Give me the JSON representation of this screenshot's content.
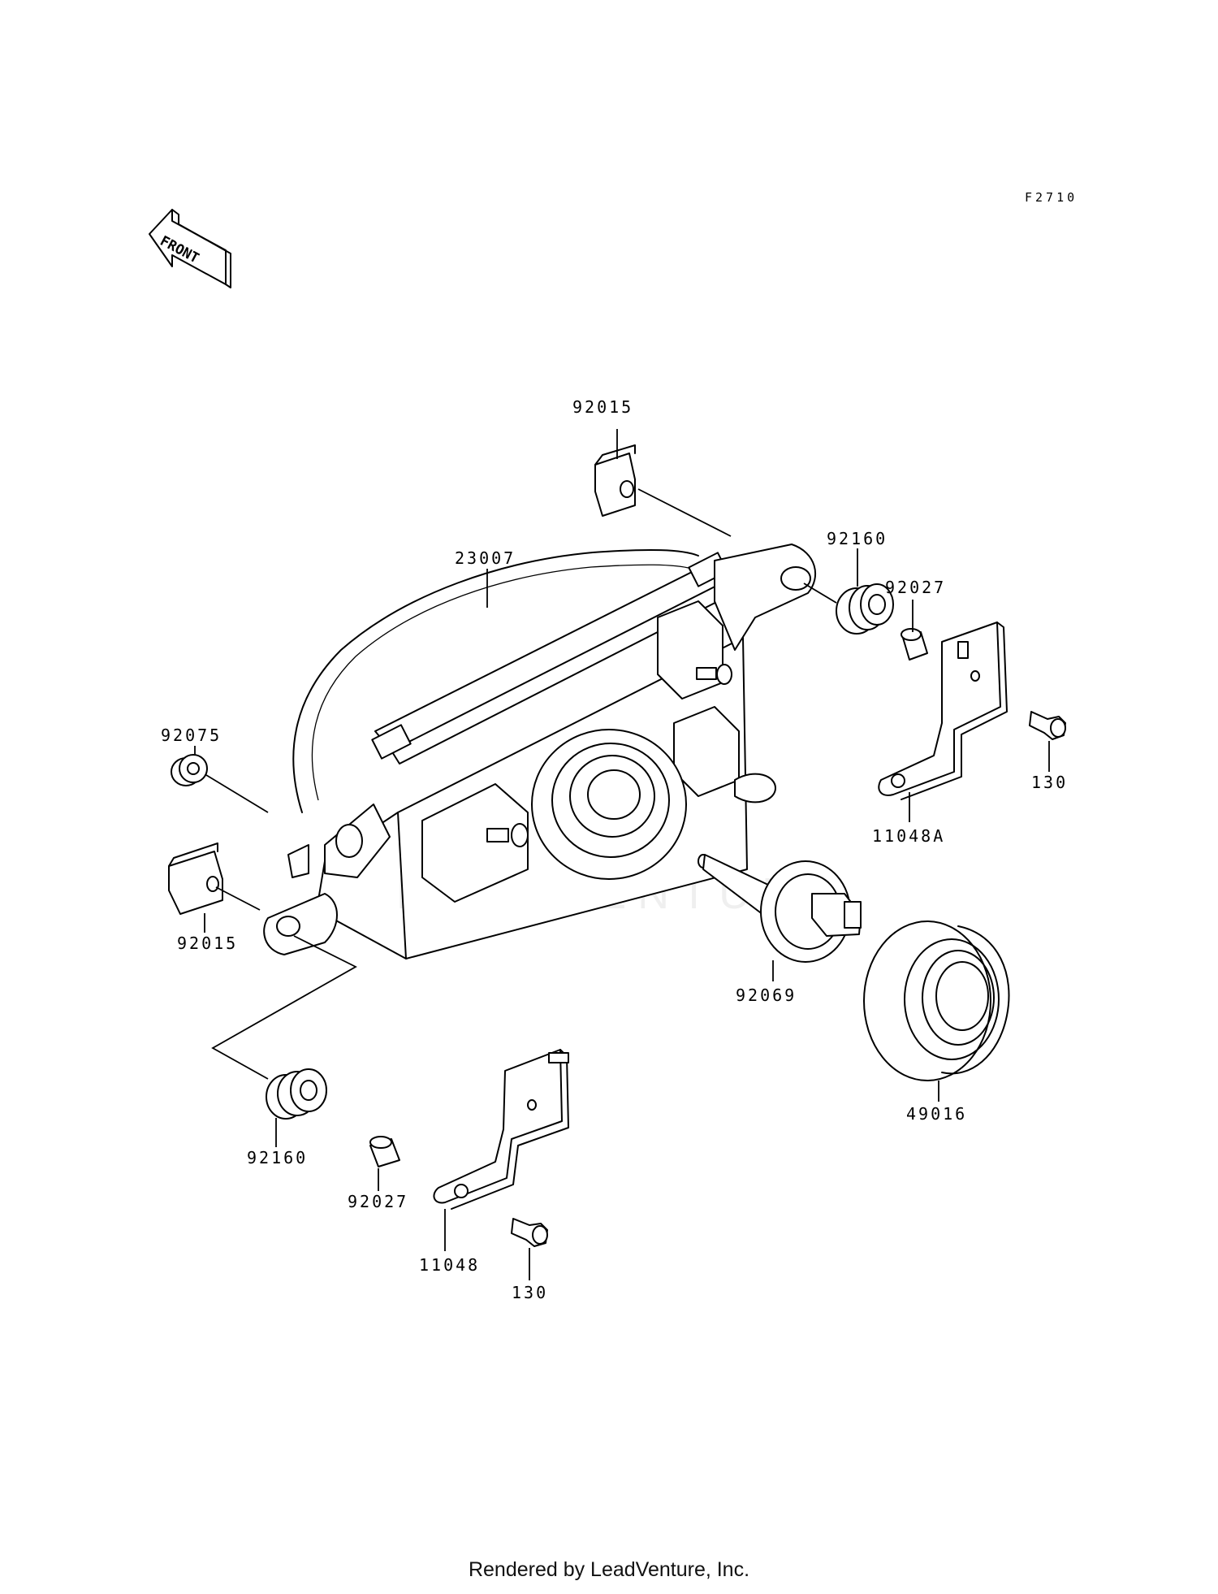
{
  "diagram": {
    "code": "F2710",
    "front_marker": "FRONT",
    "watermark": "LEADVENTURE",
    "footer": "Rendered by LeadVenture, Inc.",
    "labels": {
      "p92015_top": "92015",
      "p23007": "23007",
      "p92160_top": "92160",
      "p92027_top": "92027",
      "p92075": "92075",
      "p130_right": "130",
      "p11048A": "11048A",
      "p92015_left": "92015",
      "p92069": "92069",
      "p49016": "49016",
      "p92160_bottom": "92160",
      "p92027_bottom": "92027",
      "p11048": "11048",
      "p130_bottom": "130"
    }
  }
}
